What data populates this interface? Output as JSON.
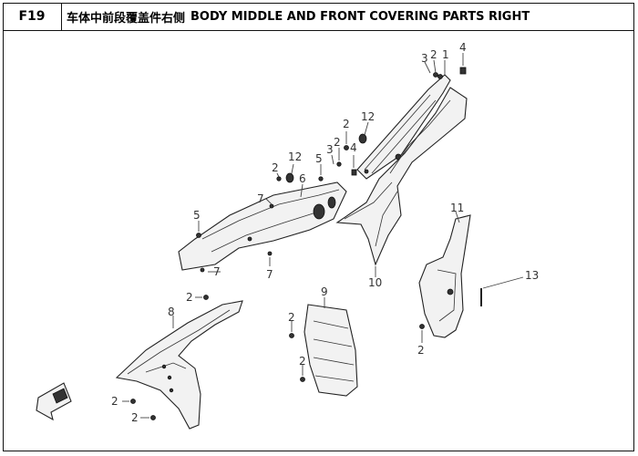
{
  "header": {
    "code": "F19",
    "title_cn": "车体中前段覆盖件右侧",
    "title_en": "BODY MIDDLE AND FRONT COVERING PARTS RIGHT"
  },
  "callouts": {
    "c1": "1",
    "c2a": "2",
    "c2b": "2",
    "c2c": "2",
    "c2d": "2",
    "c2e": "2",
    "c2f": "2",
    "c2g": "2",
    "c2h": "2",
    "c2i": "2",
    "c2j": "2",
    "c3a": "3",
    "c3b": "3",
    "c4a": "4",
    "c4b": "4",
    "c5a": "5",
    "c5b": "5",
    "c6": "6",
    "c7a": "7",
    "c7b": "7",
    "c7c": "7",
    "c8": "8",
    "c9": "9",
    "c10": "10",
    "c11": "11",
    "c12a": "12",
    "c12b": "12",
    "c13": "13"
  },
  "colors": {
    "line": "#222222",
    "part_fill": "#f2f2f2",
    "text": "#333333"
  }
}
